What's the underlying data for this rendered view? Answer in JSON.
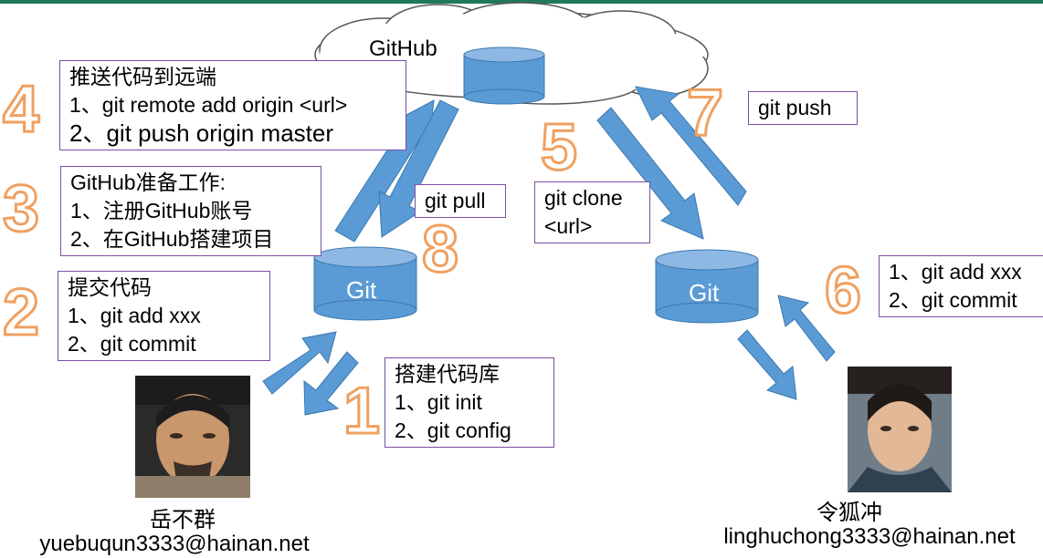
{
  "cloud_label": "GitHub",
  "left_repo_label": "Git",
  "right_repo_label": "Git",
  "steps": {
    "s1": {
      "number": "1",
      "title": "搭建代码库",
      "line1": "1、git init",
      "line2": "2、git config"
    },
    "s2": {
      "number": "2",
      "title": "提交代码",
      "line1": "1、git add xxx",
      "line2": "2、git commit"
    },
    "s3": {
      "number": "3",
      "title": "GitHub准备工作:",
      "line1": "1、注册GitHub账号",
      "line2": "2、在GitHub搭建项目"
    },
    "s4": {
      "number": "4",
      "title": "推送代码到远端",
      "line1": "1、git remote add origin <url>",
      "line2": "2、git push origin master"
    },
    "s5": {
      "number": "5",
      "line1": "git clone",
      "line2": "<url>"
    },
    "s6": {
      "number": "6",
      "line1": "1、git add xxx",
      "line2": "2、git commit"
    },
    "s7": {
      "number": "7",
      "line1": "git push"
    },
    "s8": {
      "number": "8",
      "line1": "git pull"
    }
  },
  "users": {
    "left": {
      "name": "岳不群",
      "email": "yuebuqun3333@hainan.net"
    },
    "right": {
      "name": "令狐冲",
      "email": "linghuchong3333@hainan.net"
    }
  },
  "colors": {
    "arrow": "#5b9bd5",
    "step_number_outline": "#f0a060",
    "box_border": "#7a4fa6",
    "top_bar": "#1f7a5c"
  }
}
